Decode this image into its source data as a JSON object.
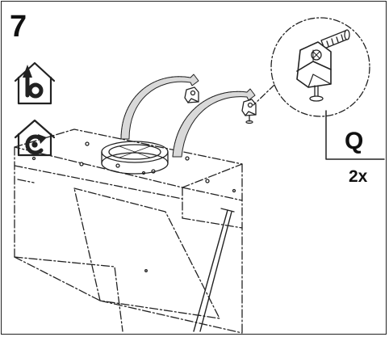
{
  "step": {
    "number": "7"
  },
  "part": {
    "letter": "Q",
    "quantity": "2x"
  },
  "icons": {
    "mode_1": "house-exhaust-duct-icon",
    "mode_2": "house-recirculation-icon"
  },
  "colors": {
    "line": "#222222",
    "arrow_fill": "#d9d9d9",
    "background": "#ffffff"
  }
}
